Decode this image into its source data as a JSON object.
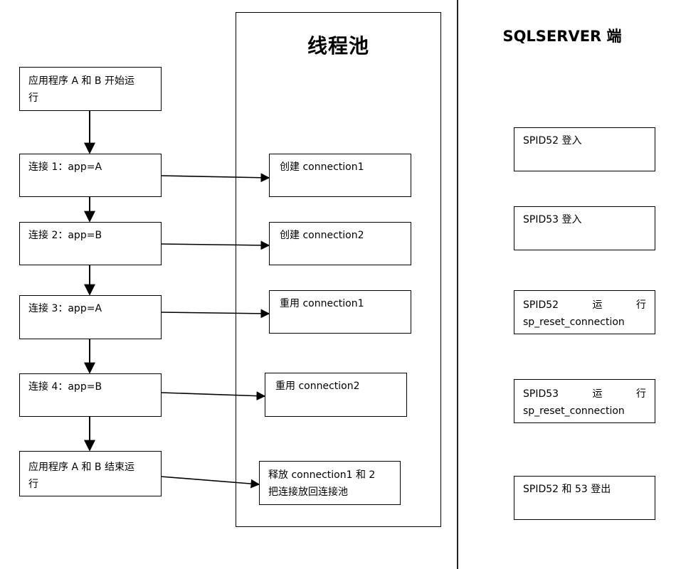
{
  "pool": {
    "title": "线程池"
  },
  "server": {
    "title": "SQLSERVER 端"
  },
  "app_steps": [
    {
      "line1": "应用程序 A 和 B 开始运",
      "line2": "行"
    },
    {
      "line1": "连接 1：app=A",
      "line2": ""
    },
    {
      "line1": "连接 2：app=B",
      "line2": ""
    },
    {
      "line1": "连接 3：app=A",
      "line2": ""
    },
    {
      "line1": "连接 4：app=B",
      "line2": ""
    },
    {
      "line1": "应用程序 A 和 B 结束运",
      "line2": "行"
    }
  ],
  "pool_steps": [
    {
      "line1": "创建 connection1",
      "line2": ""
    },
    {
      "line1": "创建 connection2",
      "line2": ""
    },
    {
      "line1": "重用 connection1",
      "line2": ""
    },
    {
      "line1": "重用 connection2",
      "line2": ""
    },
    {
      "line1": "释放 connection1 和 2",
      "line2": "把连接放回连接池"
    }
  ],
  "server_steps": [
    {
      "line1": [
        "SPID52 登入"
      ],
      "line2": ""
    },
    {
      "line1": [
        "SPID53 登入"
      ],
      "line2": ""
    },
    {
      "line1": [
        "SPID52",
        "运",
        "行"
      ],
      "line2": "sp_reset_connection"
    },
    {
      "line1": [
        "SPID53",
        "运",
        "行"
      ],
      "line2": "sp_reset_connection"
    },
    {
      "line1": [
        "SPID52 和 53 登出"
      ],
      "line2": ""
    }
  ]
}
